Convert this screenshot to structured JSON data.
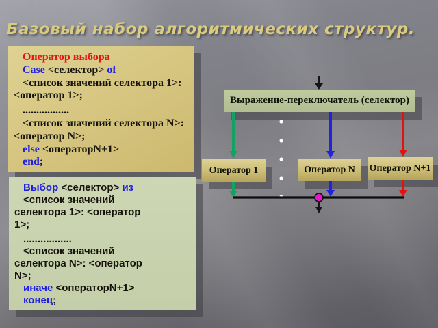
{
  "title": "Базовый набор алгоритмических структур.",
  "colors": {
    "title_khaki": "#d9cb80",
    "keyword_blue": "#1e1ee0",
    "header_red": "#e41414",
    "arrow_green": "#12a264",
    "arrow_blue": "#2222dd",
    "arrow_red": "#e01212",
    "arrow_black": "#151515",
    "connector_magenta": "#ea14cc",
    "flow_line_black": "#0d0d0d",
    "pascal_box_fill": "#d5c47e",
    "pseudo_box_fill": "#c6d0ac",
    "selector_box_fill": "#b6c295",
    "operator_box_fill": "#cdbc74"
  },
  "pascal_box": {
    "lines": [
      {
        "indent": true,
        "runs": [
          {
            "t": "Оператор выбора",
            "c": "red"
          }
        ]
      },
      {
        "indent": true,
        "runs": [
          {
            "t": "Case",
            "c": "blue"
          },
          {
            "t": " <селектор> ",
            "c": "black"
          },
          {
            "t": "of",
            "c": "blue"
          }
        ]
      },
      {
        "indent": true,
        "runs": [
          {
            "t": "<список значений селектора 1>:",
            "c": "black"
          }
        ]
      },
      {
        "indent": false,
        "runs": [
          {
            "t": "<оператор 1>;",
            "c": "black"
          }
        ]
      },
      {
        "indent": true,
        "gap": true,
        "runs": [
          {
            "t": ".................",
            "c": "black"
          }
        ]
      },
      {
        "indent": true,
        "runs": [
          {
            "t": "<список значений селектора N>:",
            "c": "black"
          }
        ]
      },
      {
        "indent": false,
        "runs": [
          {
            "t": "<оператор N>;",
            "c": "black"
          }
        ]
      },
      {
        "indent": true,
        "runs": [
          {
            "t": "else",
            "c": "blue"
          },
          {
            "t": " <операторN+1>",
            "c": "black"
          }
        ]
      },
      {
        "indent": true,
        "runs": [
          {
            "t": "end",
            "c": "blue"
          },
          {
            "t": ";",
            "c": "black"
          }
        ]
      }
    ]
  },
  "pseudo_box": {
    "lines": [
      {
        "indent": true,
        "runs": [
          {
            "t": "Выбор",
            "c": "blue"
          },
          {
            "t": " <селектор> ",
            "c": "black"
          },
          {
            "t": "из",
            "c": "blue"
          }
        ]
      },
      {
        "indent": true,
        "runs": [
          {
            "t": "<список значений",
            "c": "black"
          }
        ]
      },
      {
        "indent": false,
        "runs": [
          {
            "t": "селектора 1>: <оператор",
            "c": "black"
          }
        ]
      },
      {
        "indent": false,
        "runs": [
          {
            "t": "1>;",
            "c": "black"
          }
        ]
      },
      {
        "indent": true,
        "gap": true,
        "runs": [
          {
            "t": ".................",
            "c": "black"
          }
        ]
      },
      {
        "indent": true,
        "runs": [
          {
            "t": "<список значений",
            "c": "black"
          }
        ]
      },
      {
        "indent": false,
        "runs": [
          {
            "t": "селектора N>: <оператор",
            "c": "black"
          }
        ]
      },
      {
        "indent": false,
        "runs": [
          {
            "t": "N>;",
            "c": "black"
          }
        ]
      },
      {
        "indent": true,
        "runs": [
          {
            "t": "иначе",
            "c": "blue"
          },
          {
            "t": " <операторN+1>",
            "c": "black"
          }
        ]
      },
      {
        "indent": true,
        "runs": [
          {
            "t": "конец",
            "c": "blue"
          },
          {
            "t": ";",
            "c": "black"
          }
        ]
      }
    ]
  },
  "diagram": {
    "selector_label": "Выражение-переключатель (селектор)",
    "operators": [
      {
        "label": "Оператор 1"
      },
      {
        "label": "Оператор N"
      },
      {
        "label": "Оператор N+1"
      }
    ]
  }
}
